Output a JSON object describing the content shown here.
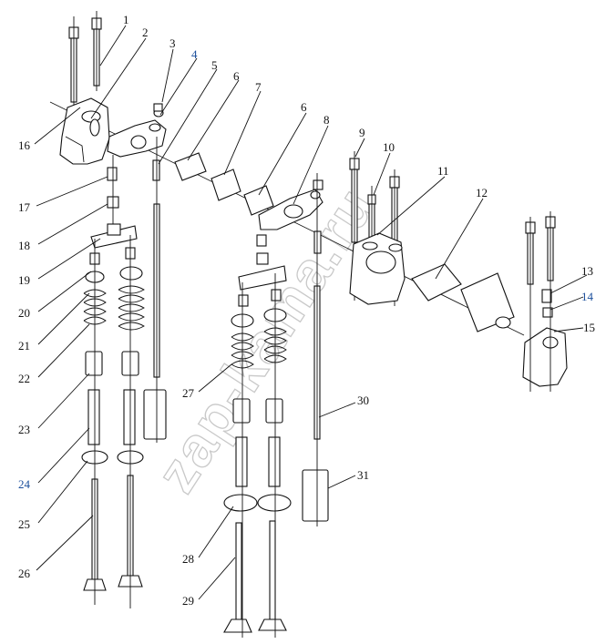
{
  "title": "",
  "watermark": "zap-kama.ru",
  "colors": {
    "ink": "#111111",
    "watermark": "#c9c9c9",
    "label_blue": "#1b4f9c"
  },
  "labels": [
    {
      "id": "1",
      "text": "1"
    },
    {
      "id": "2",
      "text": "2"
    },
    {
      "id": "3",
      "text": "3"
    },
    {
      "id": "4",
      "text": "4"
    },
    {
      "id": "5",
      "text": "5"
    },
    {
      "id": "6a",
      "text": "6"
    },
    {
      "id": "7",
      "text": "7"
    },
    {
      "id": "6b",
      "text": "6"
    },
    {
      "id": "8",
      "text": "8"
    },
    {
      "id": "9",
      "text": "9"
    },
    {
      "id": "10",
      "text": "10"
    },
    {
      "id": "11",
      "text": "11"
    },
    {
      "id": "12",
      "text": "12"
    },
    {
      "id": "13",
      "text": "13"
    },
    {
      "id": "14",
      "text": "14"
    },
    {
      "id": "15",
      "text": "15"
    },
    {
      "id": "16",
      "text": "16"
    },
    {
      "id": "17",
      "text": "17"
    },
    {
      "id": "18",
      "text": "18"
    },
    {
      "id": "19",
      "text": "19"
    },
    {
      "id": "20",
      "text": "20"
    },
    {
      "id": "21",
      "text": "21"
    },
    {
      "id": "22",
      "text": "22"
    },
    {
      "id": "23",
      "text": "23"
    },
    {
      "id": "24",
      "text": "24"
    },
    {
      "id": "25",
      "text": "25"
    },
    {
      "id": "26",
      "text": "26"
    },
    {
      "id": "27",
      "text": "27"
    },
    {
      "id": "28",
      "text": "28"
    },
    {
      "id": "29",
      "text": "29"
    },
    {
      "id": "30",
      "text": "30"
    },
    {
      "id": "31",
      "text": "31"
    }
  ]
}
